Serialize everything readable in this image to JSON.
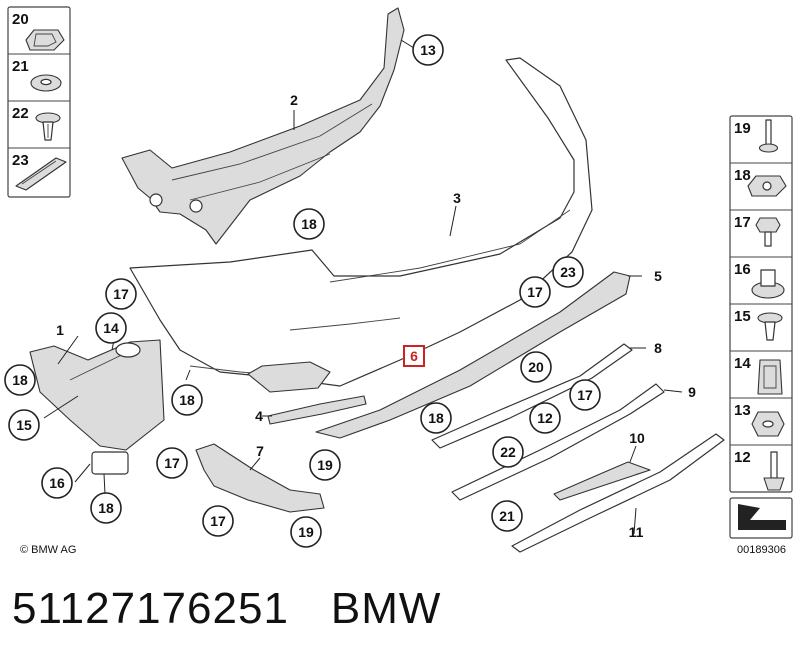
{
  "diagram": {
    "copyright": "© BMW AG",
    "image_code": "00189306",
    "highlighted_part": "6",
    "callouts": [
      "1",
      "2",
      "3",
      "4",
      "5",
      "6",
      "7",
      "8",
      "9",
      "10",
      "11",
      "12",
      "13",
      "14",
      "15",
      "16",
      "17",
      "18",
      "19",
      "20",
      "21",
      "22",
      "23"
    ],
    "legend_left": [
      "20",
      "21",
      "22",
      "23"
    ],
    "legend_right": [
      "19",
      "18",
      "17",
      "16",
      "15",
      "14",
      "13",
      "12"
    ],
    "repeat_17": "17",
    "repeat_18": "18",
    "repeat_19": "19",
    "repeat_12": "12"
  },
  "caption": {
    "part_number": "51127176251",
    "brand": "BMW"
  }
}
